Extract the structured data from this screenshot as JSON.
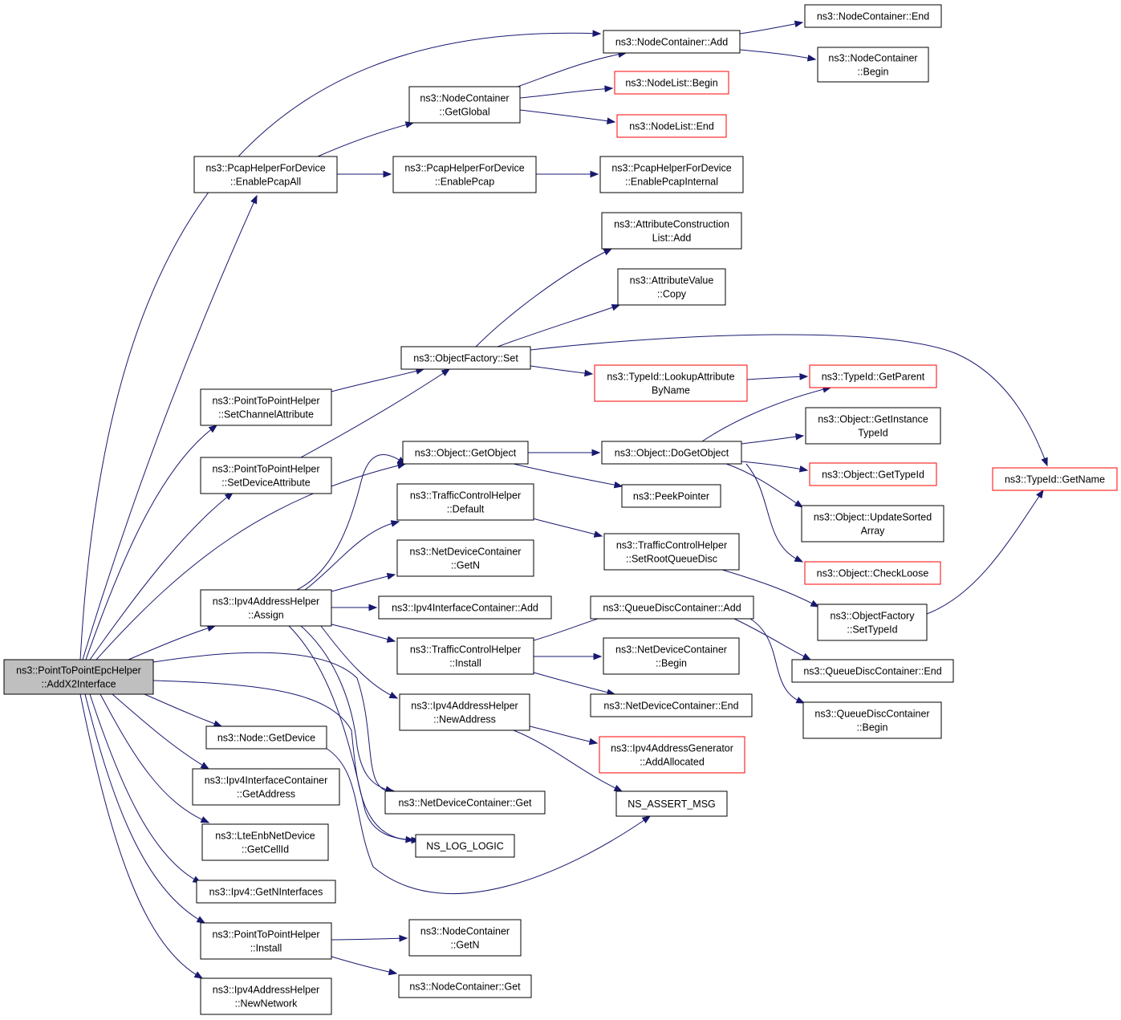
{
  "colors": {
    "edge": "#191970",
    "node_border": "#000000",
    "node_border_truncated": "#ff0000",
    "root_fill": "#bfbfbf"
  },
  "nodes": {
    "root": {
      "lines": [
        "ns3::PointToPointEpcHelper",
        "::AddX2Interface"
      ],
      "root": true
    },
    "ncAdd": {
      "lines": [
        "ns3::NodeContainer::Add"
      ]
    },
    "ncEnd": {
      "lines": [
        "ns3::NodeContainer::End"
      ]
    },
    "ncBegin": {
      "lines": [
        "ns3::NodeContainer",
        "::Begin"
      ]
    },
    "ncGlobal": {
      "lines": [
        "ns3::NodeContainer",
        "::GetGlobal"
      ]
    },
    "nlBegin": {
      "lines": [
        "ns3::NodeList::Begin"
      ],
      "red": true
    },
    "nlEnd": {
      "lines": [
        "ns3::NodeList::End"
      ],
      "red": true
    },
    "pcapAll": {
      "lines": [
        "ns3::PcapHelperForDevice",
        "::EnablePcapAll"
      ]
    },
    "pcap": {
      "lines": [
        "ns3::PcapHelperForDevice",
        "::EnablePcap"
      ]
    },
    "pcapInt": {
      "lines": [
        "ns3::PcapHelperForDevice",
        "::EnablePcapInternal"
      ]
    },
    "aclAdd": {
      "lines": [
        "ns3::AttributeConstruction",
        "List::Add"
      ]
    },
    "avCopy": {
      "lines": [
        "ns3::AttributeValue",
        "::Copy"
      ]
    },
    "ofSet": {
      "lines": [
        "ns3::ObjectFactory::Set"
      ]
    },
    "tidLookup": {
      "lines": [
        "ns3::TypeId::LookupAttribute",
        "ByName"
      ],
      "red": true
    },
    "tidParent": {
      "lines": [
        "ns3::TypeId::GetParent"
      ],
      "red": true
    },
    "tidName": {
      "lines": [
        "ns3::TypeId::GetName"
      ],
      "red": true
    },
    "p2pChan": {
      "lines": [
        "ns3::PointToPointHelper",
        "::SetChannelAttribute"
      ]
    },
    "p2pDev": {
      "lines": [
        "ns3::PointToPointHelper",
        "::SetDeviceAttribute"
      ]
    },
    "objGet": {
      "lines": [
        "ns3::Object::GetObject"
      ]
    },
    "objDoGet": {
      "lines": [
        "ns3::Object::DoGetObject"
      ]
    },
    "objInst": {
      "lines": [
        "ns3::Object::GetInstance",
        "TypeId"
      ]
    },
    "objType": {
      "lines": [
        "ns3::Object::GetTypeId"
      ],
      "red": true
    },
    "objUpd": {
      "lines": [
        "ns3::Object::UpdateSorted",
        "Array"
      ]
    },
    "objCheck": {
      "lines": [
        "ns3::Object::CheckLoose"
      ],
      "red": true
    },
    "peek": {
      "lines": [
        "ns3::PeekPointer"
      ]
    },
    "tchDef": {
      "lines": [
        "ns3::TrafficControlHelper",
        "::Default"
      ]
    },
    "tchRoot": {
      "lines": [
        "ns3::TrafficControlHelper",
        "::SetRootQueueDisc"
      ]
    },
    "ofType": {
      "lines": [
        "ns3::ObjectFactory",
        "::SetTypeId"
      ]
    },
    "ndcGetN": {
      "lines": [
        "ns3::NetDeviceContainer",
        "::GetN"
      ]
    },
    "ipv4Assign": {
      "lines": [
        "ns3::Ipv4AddressHelper",
        "::Assign"
      ]
    },
    "iicAdd": {
      "lines": [
        "ns3::Ipv4InterfaceContainer::Add"
      ]
    },
    "qdcAdd": {
      "lines": [
        "ns3::QueueDiscContainer::Add"
      ]
    },
    "qdcEnd": {
      "lines": [
        "ns3::QueueDiscContainer::End"
      ]
    },
    "qdcBegin": {
      "lines": [
        "ns3::QueueDiscContainer",
        "::Begin"
      ]
    },
    "tchInst": {
      "lines": [
        "ns3::TrafficControlHelper",
        "::Install"
      ]
    },
    "ndcBegin": {
      "lines": [
        "ns3::NetDeviceContainer",
        "::Begin"
      ]
    },
    "ndcEnd": {
      "lines": [
        "ns3::NetDeviceContainer::End"
      ]
    },
    "ipv4New": {
      "lines": [
        "ns3::Ipv4AddressHelper",
        "::NewAddress"
      ]
    },
    "ipv4Alloc": {
      "lines": [
        "ns3::Ipv4AddressGenerator",
        "::AddAllocated"
      ],
      "red": true
    },
    "nodeDev": {
      "lines": [
        "ns3::Node::GetDevice"
      ]
    },
    "iicGet": {
      "lines": [
        "ns3::Ipv4InterfaceContainer",
        "::GetAddress"
      ]
    },
    "ndcGet": {
      "lines": [
        "ns3::NetDeviceContainer::Get"
      ]
    },
    "assertMsg": {
      "lines": [
        "NS_ASSERT_MSG"
      ]
    },
    "lteCell": {
      "lines": [
        "ns3::LteEnbNetDevice",
        "::GetCellId"
      ]
    },
    "logLogic": {
      "lines": [
        "NS_LOG_LOGIC"
      ]
    },
    "ipv4NInt": {
      "lines": [
        "ns3::Ipv4::GetNInterfaces"
      ]
    },
    "p2pInst": {
      "lines": [
        "ns3::PointToPointHelper",
        "::Install"
      ]
    },
    "ncGetN": {
      "lines": [
        "ns3::NodeContainer",
        "::GetN"
      ]
    },
    "ncGet": {
      "lines": [
        "ns3::NodeContainer::Get"
      ]
    },
    "ipv4NNet": {
      "lines": [
        "ns3::Ipv4AddressHelper",
        "::NewNetwork"
      ]
    }
  },
  "edges": [
    [
      "root",
      "ncAdd"
    ],
    [
      "root",
      "pcapAll"
    ],
    [
      "root",
      "p2pChan"
    ],
    [
      "root",
      "p2pDev"
    ],
    [
      "root",
      "objGet"
    ],
    [
      "root",
      "ipv4Assign"
    ],
    [
      "root",
      "nodeDev"
    ],
    [
      "root",
      "iicGet"
    ],
    [
      "root",
      "lteCell"
    ],
    [
      "root",
      "ipv4NInt"
    ],
    [
      "root",
      "p2pInst"
    ],
    [
      "root",
      "ipv4NNet"
    ],
    [
      "root",
      "ndcGet"
    ],
    [
      "root",
      "logLogic"
    ],
    [
      "root",
      "assertMsg"
    ],
    [
      "ncAdd",
      "ncEnd"
    ],
    [
      "ncAdd",
      "ncBegin"
    ],
    [
      "ncGlobal",
      "ncAdd"
    ],
    [
      "ncGlobal",
      "nlBegin"
    ],
    [
      "ncGlobal",
      "nlEnd"
    ],
    [
      "pcapAll",
      "ncGlobal"
    ],
    [
      "pcapAll",
      "pcap"
    ],
    [
      "pcap",
      "pcapInt"
    ],
    [
      "ofSet",
      "aclAdd"
    ],
    [
      "ofSet",
      "avCopy"
    ],
    [
      "ofSet",
      "tidLookup"
    ],
    [
      "ofSet",
      "tidName"
    ],
    [
      "tidLookup",
      "tidParent"
    ],
    [
      "p2pChan",
      "ofSet"
    ],
    [
      "p2pDev",
      "ofSet"
    ],
    [
      "objGet",
      "objDoGet"
    ],
    [
      "objGet",
      "peek"
    ],
    [
      "objDoGet",
      "tidParent"
    ],
    [
      "objDoGet",
      "objInst"
    ],
    [
      "objDoGet",
      "objType"
    ],
    [
      "objDoGet",
      "objUpd"
    ],
    [
      "objDoGet",
      "objCheck"
    ],
    [
      "tchDef",
      "tchRoot"
    ],
    [
      "tchRoot",
      "ofType"
    ],
    [
      "ofType",
      "tidName"
    ],
    [
      "ipv4Assign",
      "objGet"
    ],
    [
      "ipv4Assign",
      "tchDef"
    ],
    [
      "ipv4Assign",
      "ndcGetN"
    ],
    [
      "ipv4Assign",
      "iicAdd"
    ],
    [
      "ipv4Assign",
      "tchInst"
    ],
    [
      "ipv4Assign",
      "ipv4New"
    ],
    [
      "ipv4Assign",
      "ndcGet"
    ],
    [
      "ipv4Assign",
      "logLogic"
    ],
    [
      "tchInst",
      "qdcAdd"
    ],
    [
      "tchInst",
      "ndcBegin"
    ],
    [
      "tchInst",
      "ndcEnd"
    ],
    [
      "qdcAdd",
      "qdcEnd"
    ],
    [
      "qdcAdd",
      "qdcBegin"
    ],
    [
      "ipv4New",
      "ipv4Alloc"
    ],
    [
      "ipv4New",
      "assertMsg"
    ],
    [
      "nodeDev",
      "assertMsg"
    ],
    [
      "p2pInst",
      "ncGetN"
    ],
    [
      "p2pInst",
      "ncGet"
    ]
  ]
}
